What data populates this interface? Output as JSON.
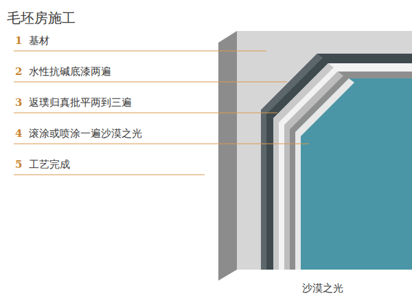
{
  "diagram": {
    "title": "毛坯房施工",
    "caption": "沙漠之光",
    "labels": [
      "1",
      "基材",
      "2",
      "水性抗碱底漆两遍",
      "3",
      "返璞归真批平两到三遍",
      "4",
      "滚涂或喷涂一遍沙漠之光",
      "5",
      "工艺完成"
    ]
  }
}
